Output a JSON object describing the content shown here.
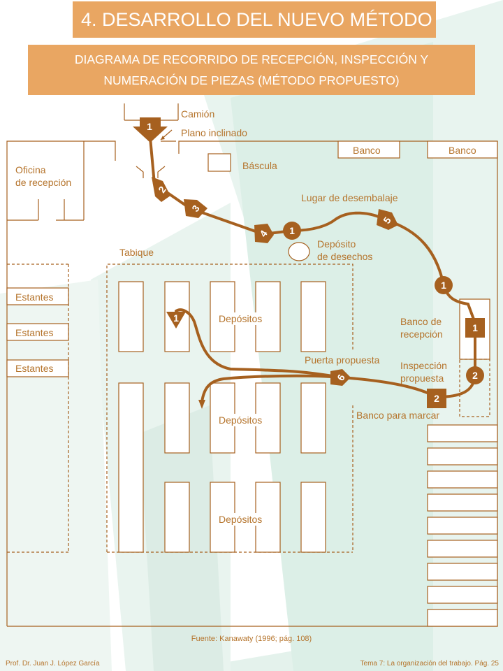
{
  "header": {
    "title": "4. DESARROLLO DEL NUEVO MÉTODO",
    "subtitle_line1": "DIAGRAMA DE RECORRIDO  DE RECEPCIÓN, INSPECCIÓN Y",
    "subtitle_line2": "NUMERACIÓN DE PIEZAS (MÉTODO PROPUESTO)"
  },
  "labels": {
    "camion": "Camión",
    "plano": "Plano inclinado",
    "banco1": "Banco",
    "banco2": "Banco",
    "bascula": "Báscula",
    "oficina_1": "Oficina",
    "oficina_2": "de recepción",
    "desembalaje": "Lugar de desembalaje",
    "deposito_1": "Depósito",
    "deposito_2": "de desechos",
    "tabique": "Tabique",
    "estantes1": "Estantes",
    "estantes2": "Estantes",
    "estantes3": "Estantes",
    "depositos1": "Depósitos",
    "depositos2": "Depósitos",
    "depositos3": "Depósitos",
    "banco_recep_1": "Banco de",
    "banco_recep_2": "recepción",
    "inspeccion_1": "Inspección",
    "inspeccion_2": "propuesta",
    "puerta": "Puerta propuesta",
    "banco_marcar": "Banco para marcar"
  },
  "symbols": {
    "s_start": "1",
    "s_2": "2",
    "s_3": "3",
    "s_4": "4",
    "s_op1": "1",
    "s_5": "5",
    "s_op_right": "1",
    "s_sq1": "1",
    "s_circ2": "2",
    "s_sq2": "2",
    "s_6": "6",
    "s_storage": "1"
  },
  "footer": {
    "source": "Fuente: Kanawaty (1996; pág. 108)",
    "author": "Prof. Dr. Juan J. López García",
    "page": "Tema 7: La organización del trabajo. Pág. 25"
  },
  "colors": {
    "accent": "#e9a662",
    "path": "#a6601f",
    "label": "#b5742c"
  }
}
